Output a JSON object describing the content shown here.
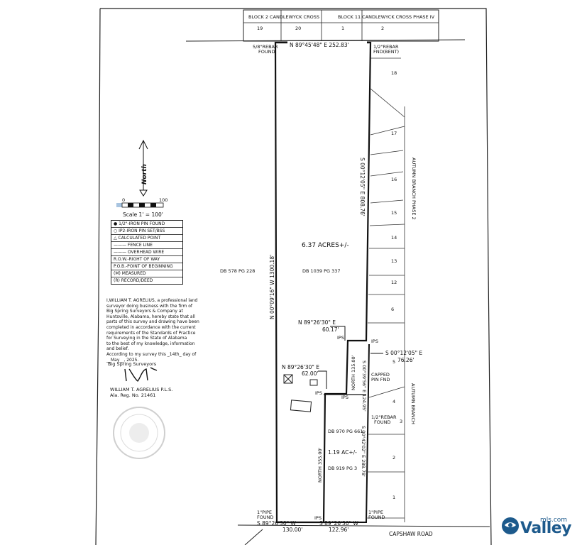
{
  "header": {
    "block2": "BLOCK 2 CANDLEWYCK CROSS",
    "block11": "BLOCK 11 CANDLEWYCK CROSS PHASE IV",
    "lot19": "19",
    "lot20": "20",
    "lot1": "1",
    "lot2": "2"
  },
  "corners": {
    "nw_rebar_1": "5/8\"REBAR",
    "nw_rebar_2": "FOUND",
    "ne_rebar_1": "1/2\"REBAR",
    "ne_rebar_2": "FND(BENT)",
    "ips_a": "IPS",
    "ips_b": "IPS",
    "ips_c": "IPS",
    "ips_d": "IPS",
    "ips_e": "IPS",
    "capped_1": "CAPPED",
    "capped_2": "PIN FND",
    "rebar_mid_1": "1/2\"REBAR",
    "rebar_mid_2": "FOUND",
    "pipe_sw_1": "1\"PIPE",
    "pipe_sw_2": "FOUND",
    "pipe_se_1": "1\"PIPE",
    "pipe_se_2": "FOUND"
  },
  "bearings": {
    "north_line": "N 89°45'48\" E  252.83'",
    "west_line": "N 00°09'16\" W  1300.18'",
    "east_upper": "S 00°12'05\" E  808.76'",
    "mid_north": "N 89°26'30\" E",
    "mid_north_dist": "60.17'",
    "mid_se": "S 00°12'05\" E",
    "mid_se_dist": "76.26'",
    "lower_north": "N 89°26'30\" E",
    "lower_north_dist": "62.00'",
    "north135": "NORTH 135.00'",
    "south124": "S 00°39'56\" E 124.95'",
    "north355": "NORTH 355.00'",
    "east_lower": "S 00°42'02\" E 288.78'",
    "south_left": "S 89°26'30\" W",
    "south_left_dist": "130.00'",
    "south_right": "S 89°26'30\" W",
    "south_right_dist": "122.96'"
  },
  "parcel": {
    "acres_main": "6.37 ACRES+/-",
    "acres_small": "1.19 AC+/-",
    "db_west": "DB 578 PG 228",
    "db_main": "DB 1039 PG 337",
    "db_970": "DB 970 PG 661",
    "db_919": "DB 919 PG 3"
  },
  "subdivision": {
    "autumn_branch_2": "AUTUMN BRANCH PHASE 2",
    "autumn_branch": "AUTUMN BRANCH",
    "capshaw": "CAPSHAW ROAD",
    "lots_upper": [
      "18",
      "17",
      "16",
      "15",
      "14",
      "13",
      "12",
      "6"
    ],
    "lots_lower": [
      "5",
      "4",
      "3",
      "2",
      "1"
    ]
  },
  "north_arrow": {
    "label": "North",
    "icon": "north-arrow-icon"
  },
  "scale": {
    "zero": "0",
    "hundred": "100",
    "text": "Scale 1' = 100'"
  },
  "legend": [
    "● 1/2\"-IRON PIN FOUND",
    "○ IP2-IRON PIN SET/BSS",
    "△ CALCULATED POINT",
    "——— FENCE LINE",
    "——— OVERHEAD WIRE",
    "R.O.W.-RIGHT OF WAY",
    "P.O.B.-POINT OF BEGINNING",
    "(M) MEASURED",
    "(R) RECORD/DEED"
  ],
  "certification": {
    "lines": [
      "I,WILLIAM T. AGRELIUS, a professional land",
      "surveyor doing business with the firm of",
      "Big Spring Surveyors & Company at",
      "Huntsville, Alabama, hereby state that all",
      "parts of this survey and drawing have been",
      "completed in accordance with the current",
      "requirements of the Standards of Practice",
      "for Surveying in the State of Alabama",
      "to the best of my knowledge, information",
      "and belief.",
      "According to my survey this _14th_ day of",
      "__May__, 2025."
    ],
    "firm": "Big Spring Surveyors",
    "name": "WILLIAM T. AGRELIUS P.L.S.",
    "reg": "Ala. Reg. No. 21461"
  },
  "watermark": {
    "brand": "Valley",
    "mls": "mls.com"
  }
}
